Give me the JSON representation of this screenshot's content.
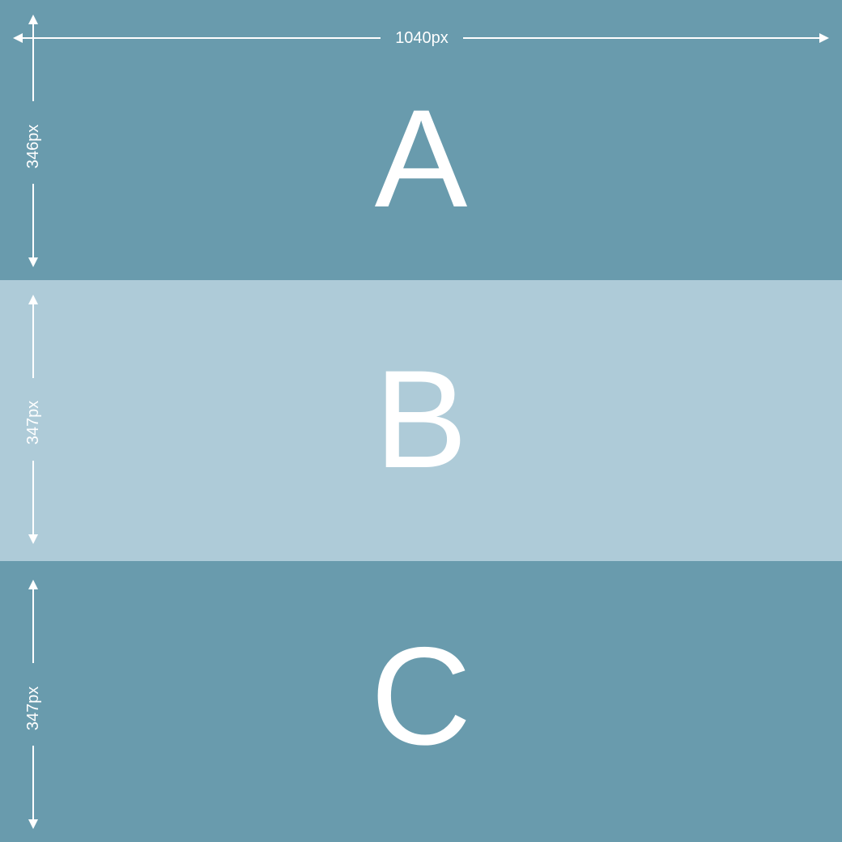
{
  "colors": {
    "band_dark": "#699bad",
    "band_light": "#aecbd8",
    "foreground": "#ffffff"
  },
  "width_label": "1040px",
  "sections": [
    {
      "letter": "A",
      "height_label": "346px",
      "color": "#699bad"
    },
    {
      "letter": "B",
      "height_label": "347px",
      "color": "#aecbd8"
    },
    {
      "letter": "C",
      "height_label": "347px",
      "color": "#699bad"
    }
  ]
}
